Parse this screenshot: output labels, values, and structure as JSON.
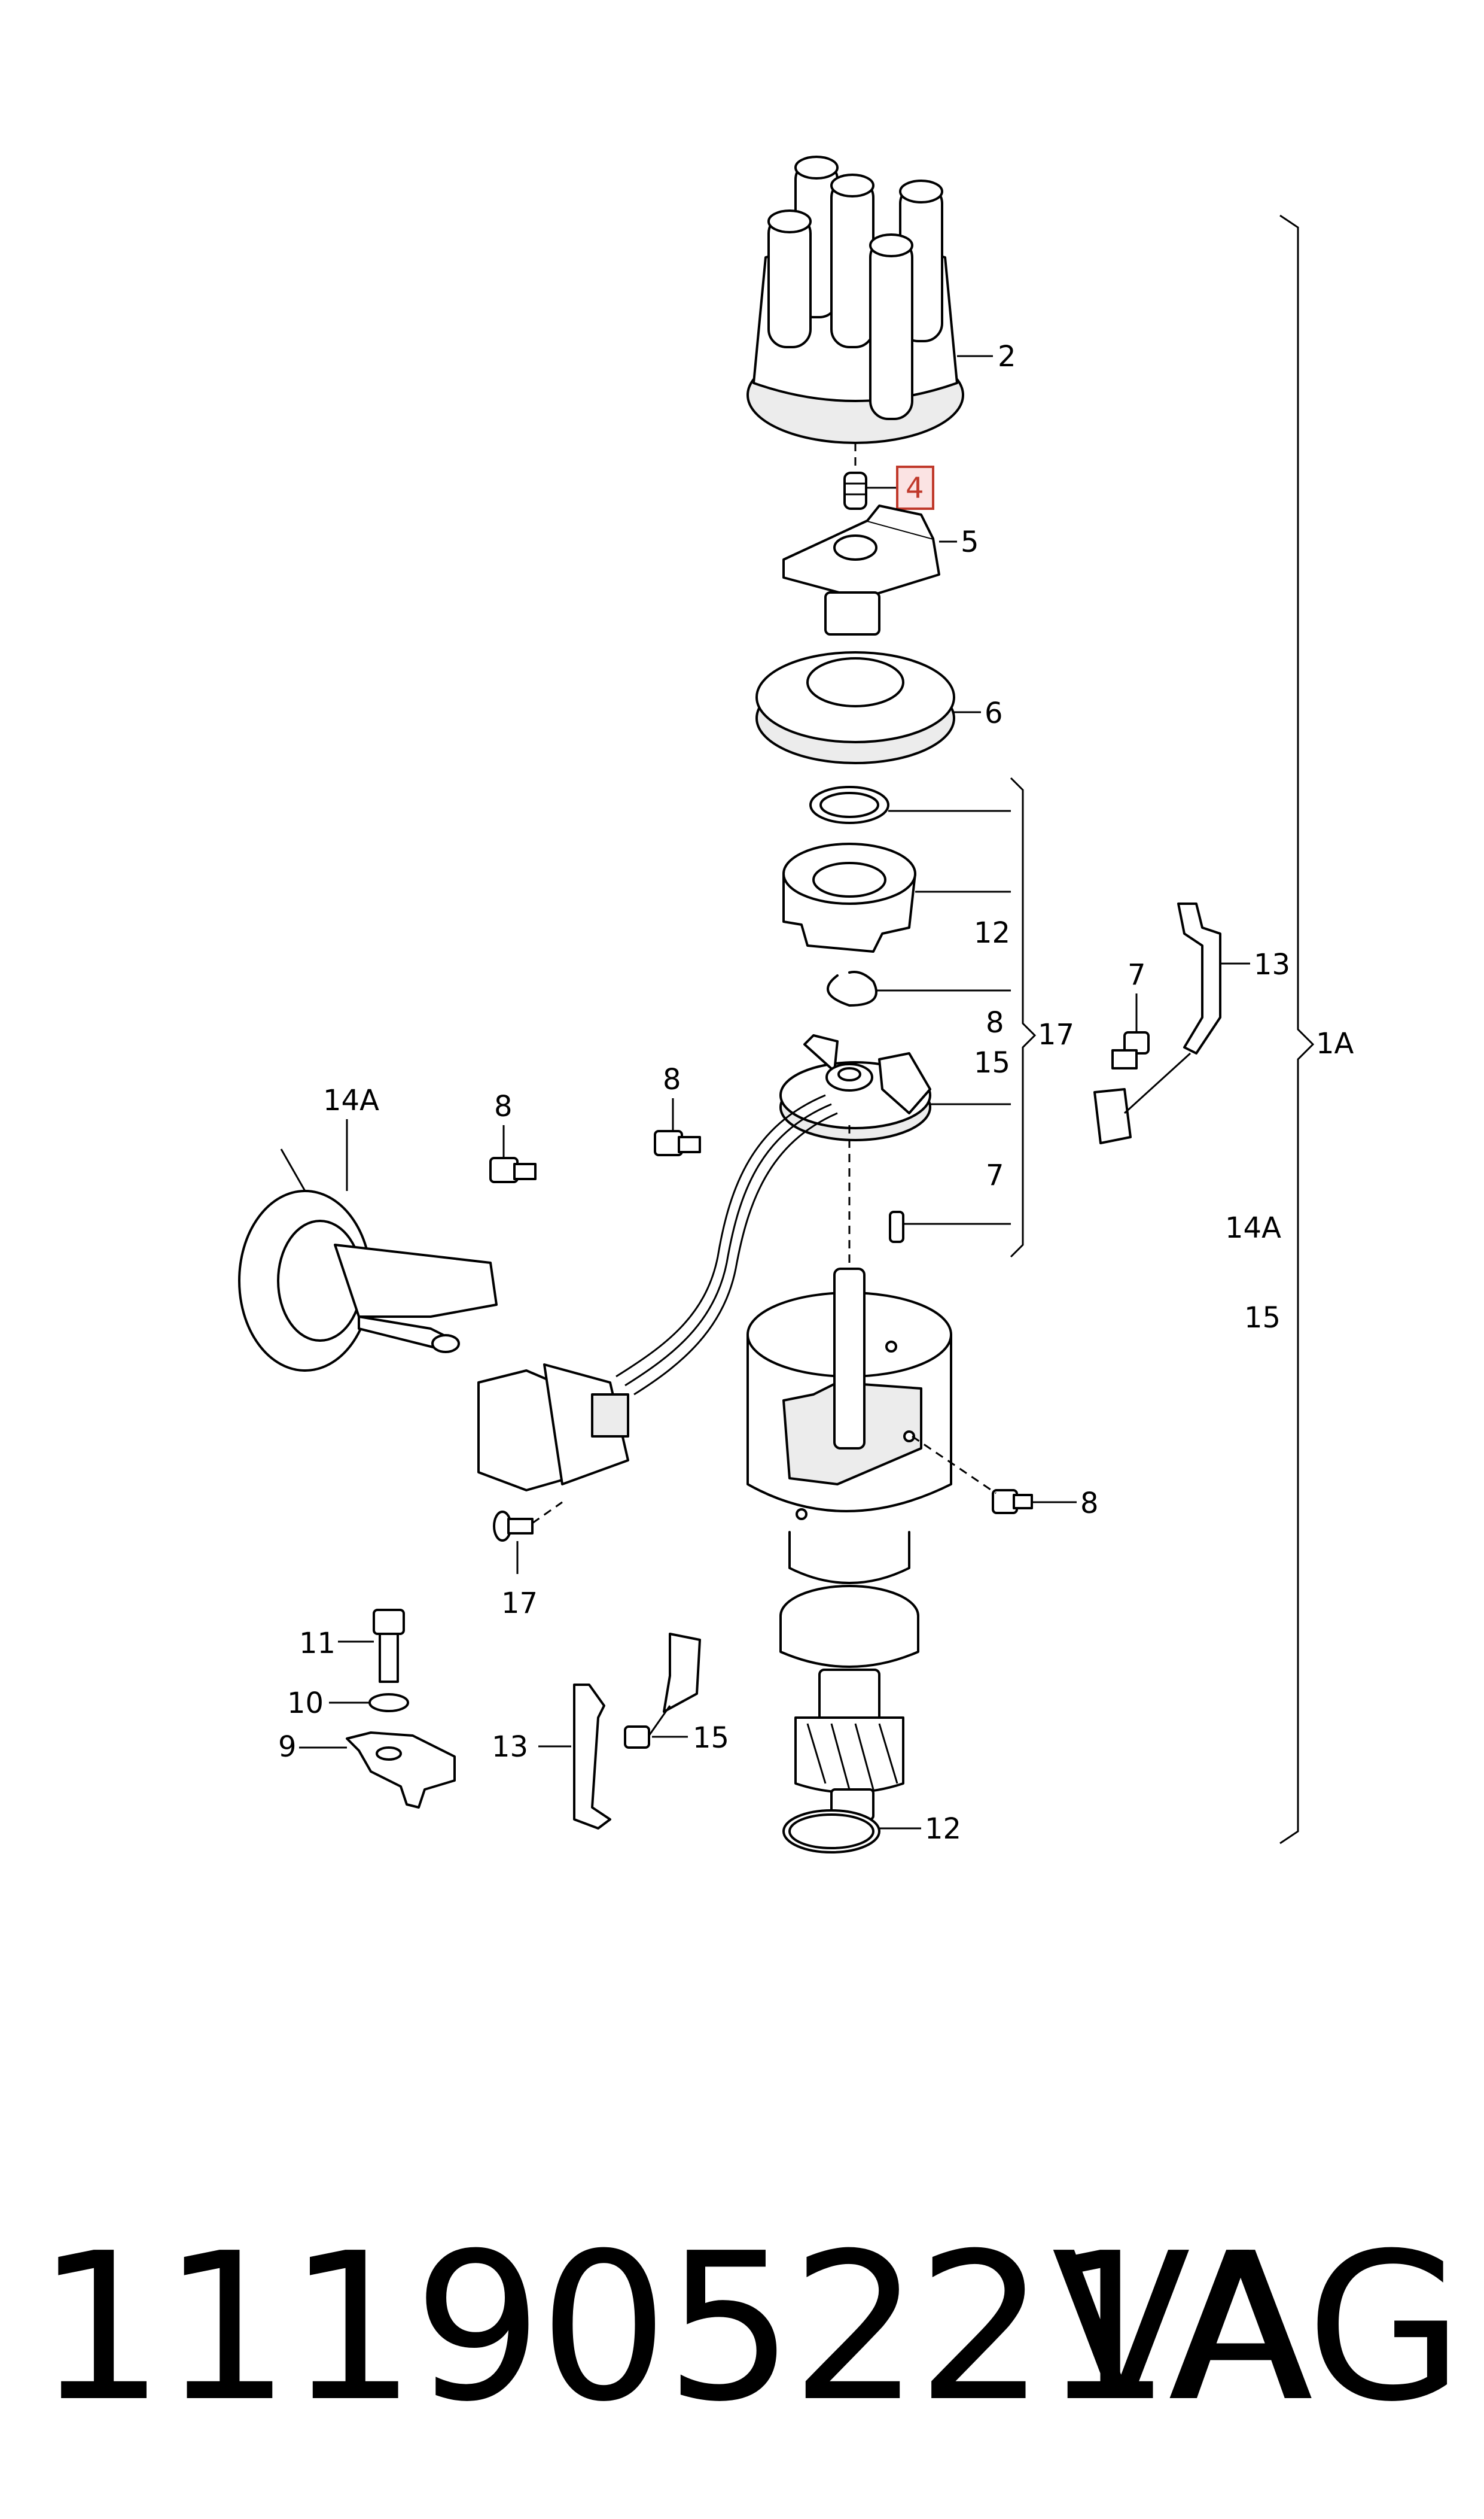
{
  "callouts": {
    "c2": "2",
    "c4": "4",
    "c5": "5",
    "c6": "6",
    "c12a": "12",
    "c8a": "8",
    "c15a": "15",
    "c17a": "17",
    "c7a": "7",
    "c13a": "13",
    "c7b": "7",
    "c1a": "1A",
    "c14aa": "14A",
    "c15b": "15",
    "c14ab": "14A",
    "c8b": "8",
    "c8c": "8",
    "c8d": "8",
    "c17b": "17",
    "c11": "11",
    "c10": "10",
    "c9": "9",
    "c13b": "13",
    "c15c": "15",
    "c12b": "12"
  },
  "footer": {
    "part_number": "111905221A",
    "brand": "VAG"
  },
  "colors": {
    "highlight": "#c0392b",
    "highlight_fill": "#fbe3e3"
  }
}
